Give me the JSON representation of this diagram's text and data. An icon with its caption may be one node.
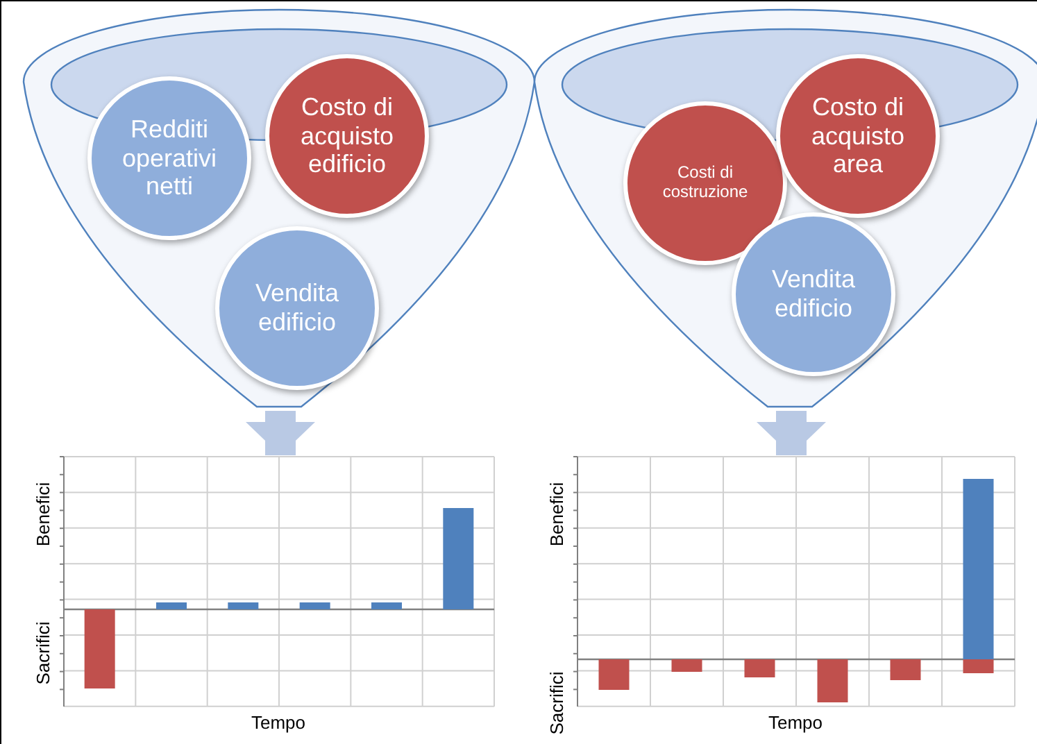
{
  "diagram": {
    "nodes": [
      {
        "text": [],
        "shape": "funnel"
      },
      {
        "text": [
          "Redditi operativi netti"
        ],
        "in": 0
      },
      {
        "text": [
          "Costo di acquisto edificio"
        ],
        "in": 0
      },
      {
        "text": [
          "Vendita edificio"
        ],
        "in": 0
      },
      {
        "text": [
          "Benefici",
          "Sacrifici",
          "Tempo"
        ]
      },
      {
        "text": [],
        "shape": "funnel"
      },
      {
        "text": [
          "Costi di costruzione"
        ],
        "in": 5
      },
      {
        "text": [
          "Costo di acquisto area"
        ],
        "in": 5
      },
      {
        "text": [
          "Vendita edificio"
        ],
        "in": 5
      },
      {
        "text": [
          "Benefici",
          "Sacrifici",
          "Tempo"
        ]
      }
    ],
    "edges": [
      {
        "from": 0,
        "to": 4,
        "arrow": "to"
      },
      {
        "from": 5,
        "to": 9,
        "arrow": "to"
      }
    ]
  }
}
